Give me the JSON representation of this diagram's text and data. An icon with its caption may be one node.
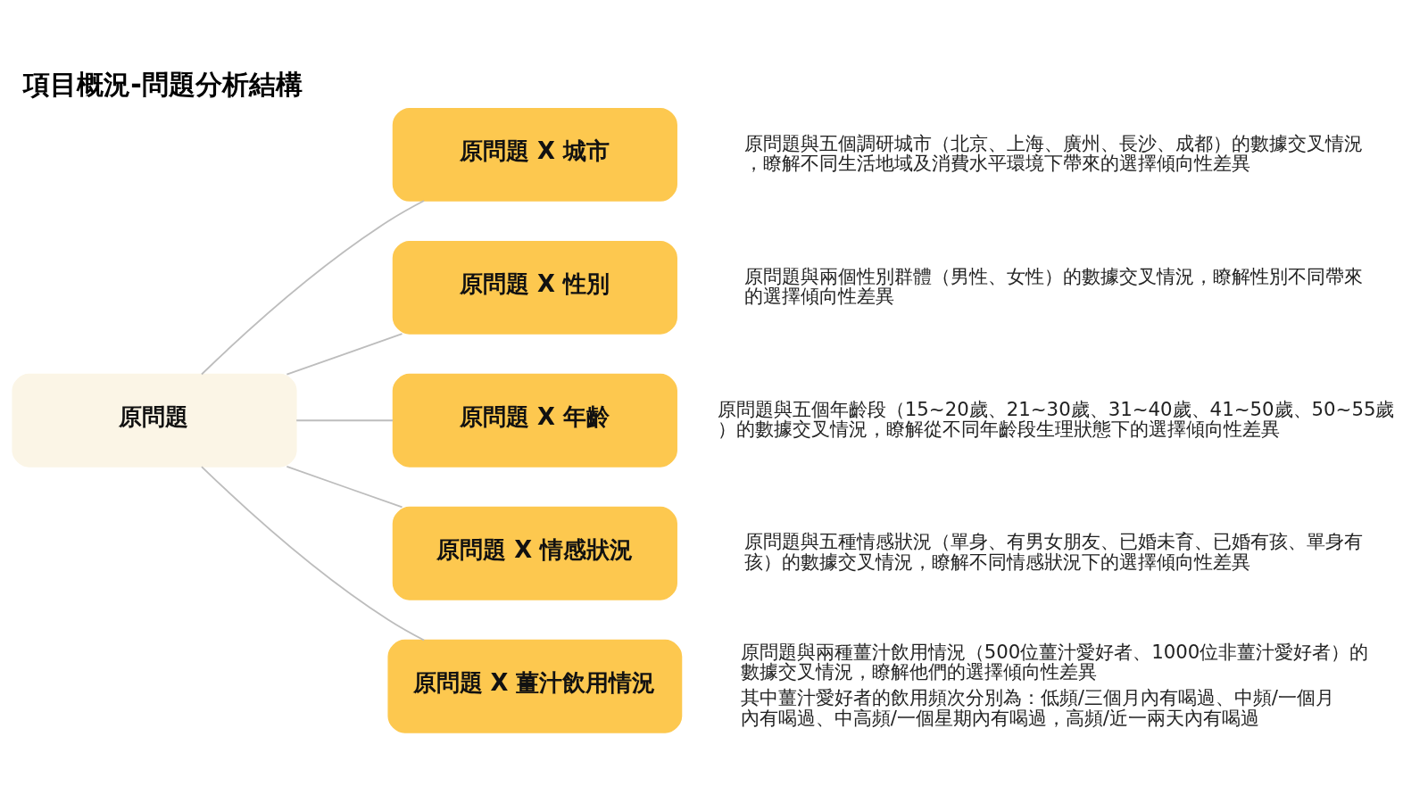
{
  "diagram": {
    "title": "項目概況-問題分析結構",
    "nodes": [
      {
        "text": [
          "原問題"
        ]
      },
      {
        "text": [
          "原問題 X 城市"
        ],
        "beside": [
          "原問題與五個調研城市（北京、上海、廣州、長沙、成都）的數據交叉情況，瞭解不同生活地域及消費水平環境下帶來的選擇傾向性差異"
        ]
      },
      {
        "text": [
          "原問題 X 性別"
        ],
        "beside": [
          "原問題與兩個性別群體（男性、女性）的數據交叉情況，瞭解性別不同帶來的選擇傾向性差異"
        ]
      },
      {
        "text": [
          "原問題 X 年齡"
        ],
        "beside": [
          "原問題與五個年齡段（15~20歲、21~30歲、31~40歲、41~50歲、50~55歲）的數據交叉情況，瞭解從不同年齡段生理狀態下的選擇傾向性差異"
        ]
      },
      {
        "text": [
          "原問題 X 情感狀況"
        ],
        "beside": [
          "原問題與五種情感狀況（單身、有男女朋友、已婚未育、已婚有孩、單身有孩）的數據交叉情況，瞭解不同情感狀況下的選擇傾向性差異"
        ]
      },
      {
        "text": [
          "原問題 X 薑汁飲用情況"
        ],
        "beside": [
          "原問題與兩種薑汁飲用情況（500位薑汁愛好者、1000位非薑汁愛好者）的數據交叉情況，瞭解他們的選擇傾向性差異",
          "其中薑汁愛好者的飲用頻次分別為：低頻/三個月內有喝過、中頻/一個月內有喝過、中高頻/一個星期內有喝過，高頻/近一兩天內有喝過"
        ]
      }
    ],
    "edges": [
      {
        "from": 0,
        "to": 1,
        "arrow": "none"
      },
      {
        "from": 0,
        "to": 2,
        "arrow": "none"
      },
      {
        "from": 0,
        "to": 3,
        "arrow": "none"
      },
      {
        "from": 0,
        "to": 4,
        "arrow": "none"
      },
      {
        "from": 0,
        "to": 5,
        "arrow": "none"
      }
    ]
  }
}
